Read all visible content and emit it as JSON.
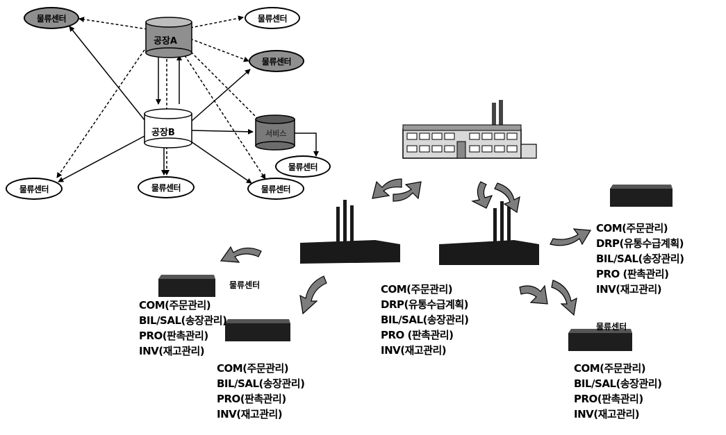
{
  "network": {
    "factory_a": "공장A",
    "factory_b": "공장B",
    "warehouse": "서비스",
    "dc_label": "물류센터"
  },
  "dc_labels": {
    "left": "물류센터",
    "right": "물류센터"
  },
  "module_lists": {
    "left_dc": [
      "COM(주문관리)",
      "BIL/SAL(송장관리)",
      "PRO(판촉관리)",
      "INV(재고관리)"
    ],
    "left_lower": [
      "COM(주문관리)",
      "BIL/SAL(송장관리)",
      "PRO(판촉관리)",
      "INV(재고관리)"
    ],
    "center": [
      "COM(주문관리)",
      "DRP(유통수급계획)",
      "BIL/SAL(송장관리)",
      "PRO (판촉관리)",
      "INV(재고관리)"
    ],
    "right_upper": [
      "COM(주문관리)",
      "DRP(유통수급계획)",
      "BIL/SAL(송장관리)",
      "PRO (판촉관리)",
      "INV(재고관리)"
    ],
    "right_lower": [
      "COM(주문관리)",
      "BIL/SAL(송장관리)",
      "PRO(판촉관리)",
      "INV(재고관리)"
    ]
  }
}
